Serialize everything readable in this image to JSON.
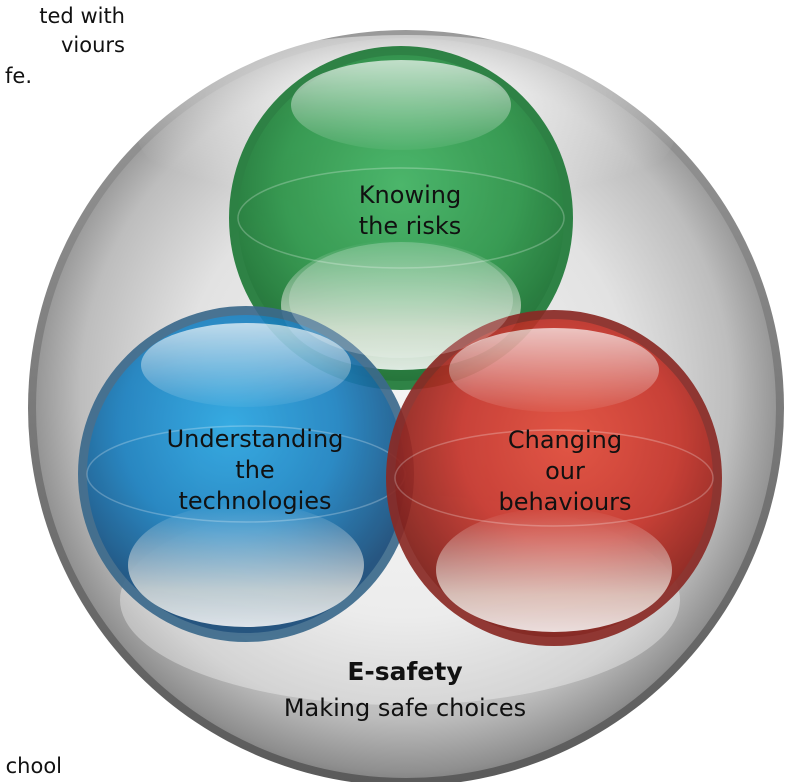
{
  "text_fragments": {
    "top_lines": [
      "ted with",
      "viours",
      "fe."
    ],
    "bottom_line": "chool"
  },
  "circles": [
    {
      "id": "green",
      "lines": [
        "Knowing",
        "the risks"
      ]
    },
    {
      "id": "blue",
      "lines": [
        "Understanding",
        "the",
        "technologies"
      ]
    },
    {
      "id": "red",
      "lines": [
        "Changing",
        "our",
        "behaviours"
      ]
    }
  ],
  "caption": {
    "title": "E-safety",
    "subtitle": "Making safe choices"
  },
  "colors": {
    "green": "#2e9a4e",
    "blue": "#1e87c8",
    "red": "#c8342a",
    "outer_sphere": "#b8b8b8"
  }
}
